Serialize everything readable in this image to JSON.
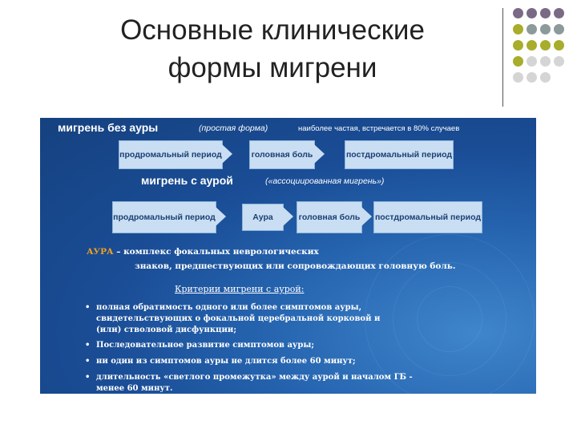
{
  "title": {
    "line1": "Основные клинические",
    "line2": "формы мигрени"
  },
  "decor": {
    "dot_colors": [
      "#7a6a86",
      "#7a6a86",
      "#7a6a86",
      "#7a6a86",
      "#a8ad2b",
      "#8c9a9a",
      "#8c9a9a",
      "#8c9a9a",
      "#a8ad2b",
      "#a8ad2b",
      "#a8ad2b",
      "#a8ad2b",
      "#a8ad2b",
      "#d5d5d5",
      "#d5d5d5",
      "#d5d5d5",
      "#d5d5d5",
      "#d5d5d5",
      "#d5d5d5"
    ]
  },
  "panel": {
    "section1": {
      "heading": "мигрень без ауры",
      "subtitle": "(простая форма)",
      "note": "наиболее частая, встречается в 80% случаев",
      "boxes": [
        "продромальный период",
        "головная боль",
        "постдромальный период"
      ]
    },
    "section2": {
      "heading": "мигрень с аурой",
      "subtitle": "(«ассоциированная мигрень»)",
      "boxes": [
        "продромальный период",
        "Аура",
        "головная боль",
        "постдромальный период"
      ]
    },
    "aura_def": {
      "label": "АУРА",
      "line1": "– комплекс фокальных неврологических",
      "line2": "знаков, предшествующих или сопровождающих головную боль."
    },
    "criteria_title": "Критерии мигрени с аурой:",
    "bullet_mark": "•",
    "criteria": [
      "полная обратимость одного или более симптомов ауры, свидетельствующих о фокальной церебральной корковой и (или) стволовой дисфункции;",
      "Последовательное развитие симптомов ауры;",
      "ни один из симптомов ауры не длится более 60 минут;",
      "длительность «светлого промежутка» между аурой и началом ГБ - менее 60 минут."
    ]
  }
}
